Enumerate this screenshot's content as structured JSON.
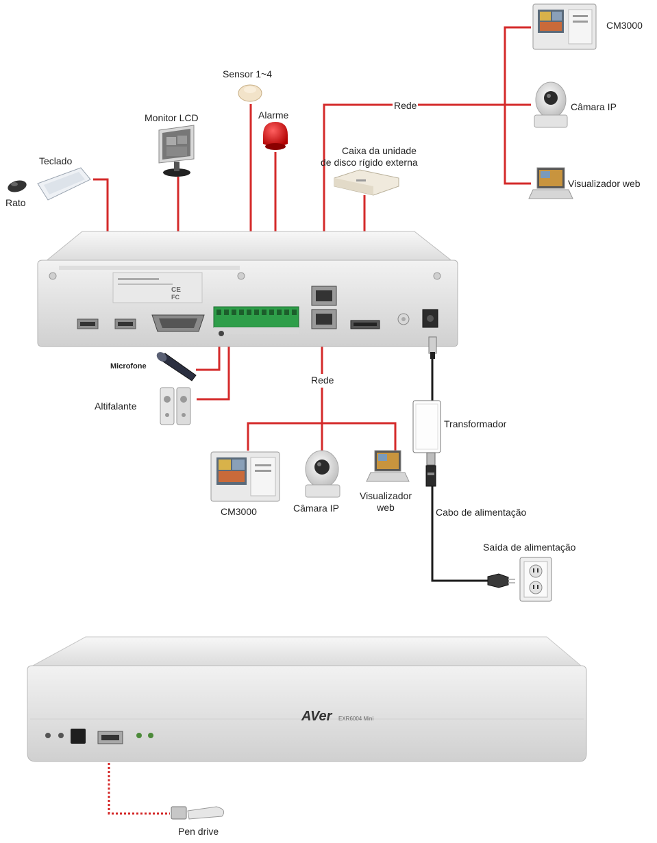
{
  "labels": {
    "cm3000_top": "CM3000",
    "camara_ip_top": "Câmara IP",
    "visualizador_web_top": "Visualizador web",
    "rede_top": "Rede",
    "sensor": "Sensor 1~4",
    "alarme": "Alarme",
    "monitor_lcd": "Monitor LCD",
    "teclado": "Teclado",
    "rato": "Rato",
    "caixa_line1": "Caixa da unidade",
    "caixa_line2": "de disco rígido externa",
    "microfone": "Microfone",
    "altifalante": "Altifalante",
    "rede_bottom": "Rede",
    "transformador": "Transformador",
    "cm3000_bottom": "CM3000",
    "camara_ip_bottom": "Câmara IP",
    "visualizador_line1": "Visualizador",
    "visualizador_line2": "web",
    "cabo": "Cabo de alimentação",
    "saida": "Saída de alimentação",
    "pen_drive": "Pen drive",
    "brand_logo": "AVer",
    "model_text": "EXR6004 Mini"
  },
  "colors": {
    "cable_red": "#d42a2a",
    "power_black": "#1a1a1a",
    "device_body": "#ececec"
  }
}
